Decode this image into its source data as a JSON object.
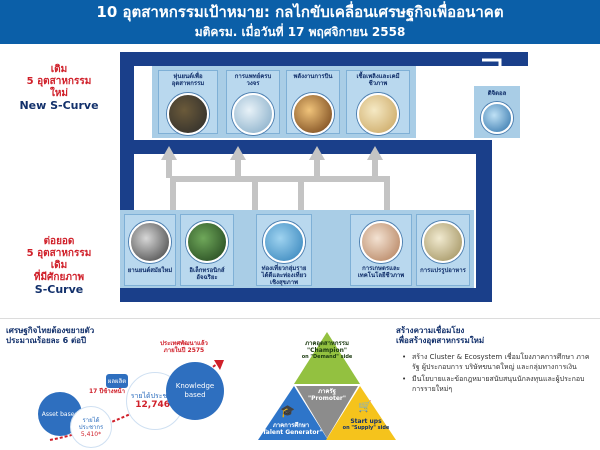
{
  "header": {
    "title": "10 อุตสาหกรรมเป้าหมาย: กลไกขับเคลื่อนเศรษฐกิจเพื่ออนาคต",
    "subtitle": "มติครม. เมื่อวันที่ 17 พฤศจิกายน 2558"
  },
  "upper_group": {
    "line1": "เติม",
    "line2": "5 อุตสาหกรรม",
    "line3": "ใหม่",
    "line4": "New S-Curve"
  },
  "lower_group": {
    "line1": "ต่อยอด",
    "line2": "5 อุตสาหกรรม",
    "line3": "เดิม",
    "line4": "ที่มีศักยภาพ",
    "line5": "S-Curve"
  },
  "new_industries": [
    {
      "label": "หุ่นยนต์เพื่ออุตสาหกรรม"
    },
    {
      "label": "การแพทย์ครบวงจร"
    },
    {
      "label": "พลังงานการบิน"
    },
    {
      "label": "เชื้อเพลิงและเคมีชีวภาพ"
    },
    {
      "label": "ดิจิตอล"
    }
  ],
  "existing_industries": [
    {
      "label": "ยานยนต์สมัยใหม่"
    },
    {
      "label": "อิเล็กทรอนิกส์อัจฉริยะ"
    },
    {
      "label": "ท่องเที่ยวกลุ่มรายได้ดีและท่องเที่ยวเชิงสุขภาพ"
    },
    {
      "label": "การเกษตรและเทคโนโลยีชีวภาพ"
    },
    {
      "label": "การแปรรูปอาหาร"
    }
  ],
  "economy": {
    "title_line1": "เศรษฐกิจไทยต้องขยายตัว",
    "title_line2": "ประมาณร้อยละ 6 ต่อปี",
    "target_line1": "ประเทศพัฒนาแล้ว",
    "target_line2": "ภายในปี 2575",
    "gdp_growth_label": "17 ปีข้างหน้า",
    "current_label": "รายได้ประชากร",
    "current_value": "5,410*",
    "target_income_label": "รายได้ประชากร",
    "target_income_value": "12,746*",
    "asset_label": "Asset based",
    "knowledge_label": "Knowledge based",
    "arrow_label": "ผลผลิต"
  },
  "triangle": {
    "top_label": "ภาคอุตสาหกรรม",
    "top_role": "\"Champion\"",
    "top_side": "on \"Demand\" side",
    "center_label": "ภาครัฐ",
    "center_role": "\"Promoter\"",
    "left_label": "ภาคการศึกษา",
    "left_role": "\"Talent Generator\"",
    "right_label": "Start ups",
    "right_side": "on \"Supply\" side"
  },
  "linkage": {
    "title_line1": "สร้างความเชื่อมโยง",
    "title_line2": "เพื่อสร้างอุตสาหกรรมใหม่",
    "bullet1": "สร้าง Cluster & Ecosystem เชื่อมโยงภาคการศึกษา ภาครัฐ ผู้ประกอบการ บริษัทขนาดใหญ่ และกลุ่มทางการเงิน",
    "bullet2": "มีนโยบายและข้อกฎหมายสนับสนุนนักลงทุนและผู้ประกอบการรายใหม่ๆ"
  },
  "colors": {
    "banner": "#0b5fa8",
    "frame": "#1a3f8a",
    "panel": "#a9cde6",
    "accent_red": "#d0202a"
  }
}
